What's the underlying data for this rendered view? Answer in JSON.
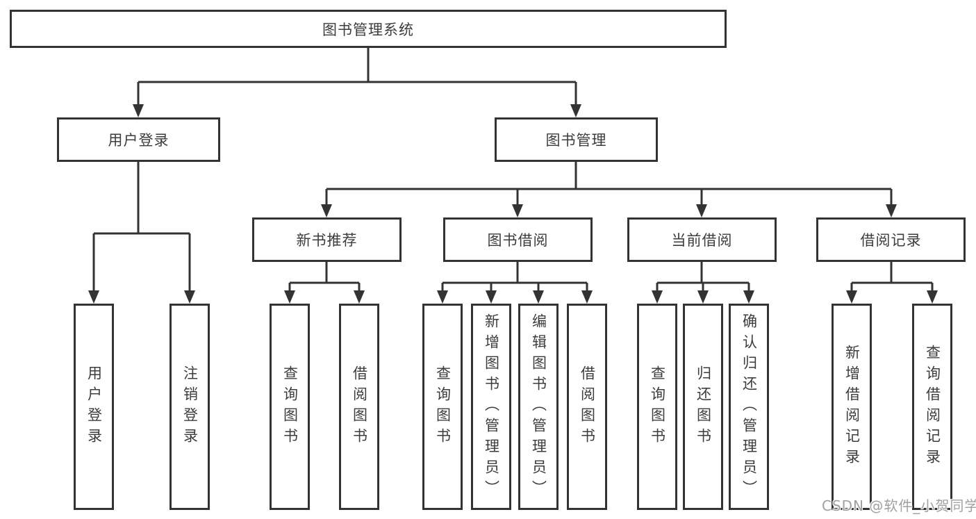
{
  "tree": {
    "label": "图书管理系统",
    "children": [
      {
        "label": "用户登录",
        "children": [
          {
            "label": "用户登录"
          },
          {
            "label": "注销登录"
          }
        ]
      },
      {
        "label": "图书管理",
        "children": [
          {
            "label": "新书推荐",
            "children": [
              {
                "label": "查询图书"
              },
              {
                "label": "借阅图书"
              }
            ]
          },
          {
            "label": "图书借阅",
            "children": [
              {
                "label": "查询图书"
              },
              {
                "label": "新增图书（管理员）"
              },
              {
                "label": "编辑图书（管理员）"
              },
              {
                "label": "借阅图书"
              }
            ]
          },
          {
            "label": "当前借阅",
            "children": [
              {
                "label": "查询图书"
              },
              {
                "label": "归还图书"
              },
              {
                "label": "确认归还（管理员）"
              }
            ]
          },
          {
            "label": "借阅记录",
            "children": [
              {
                "label": "新增借阅记录"
              },
              {
                "label": "查询借阅记录"
              }
            ]
          }
        ]
      }
    ]
  },
  "watermark": {
    "text": "CSDN @软件_小贺同学"
  },
  "colors": {
    "line": "#333333",
    "box_border": "#333333",
    "text": "#3c3c3c",
    "watermark": "#a0a0a0",
    "background": "#ffffff"
  }
}
